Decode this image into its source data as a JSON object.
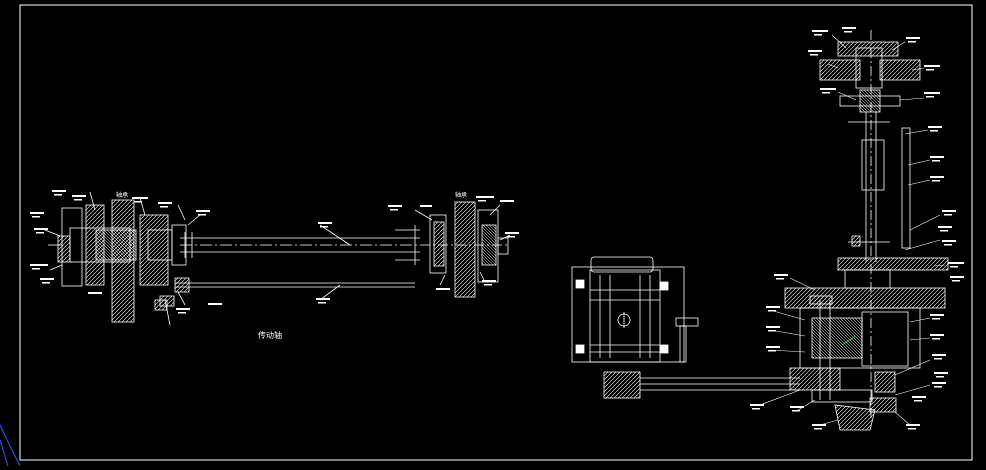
{
  "drawing": {
    "background": "#000000",
    "line_color": "#ffffff",
    "accent_green": "#22cc33",
    "ucs_color": "#3355ff",
    "left_caption": "传动轴",
    "left_tag": "轴承",
    "right_tag": "轴承"
  }
}
